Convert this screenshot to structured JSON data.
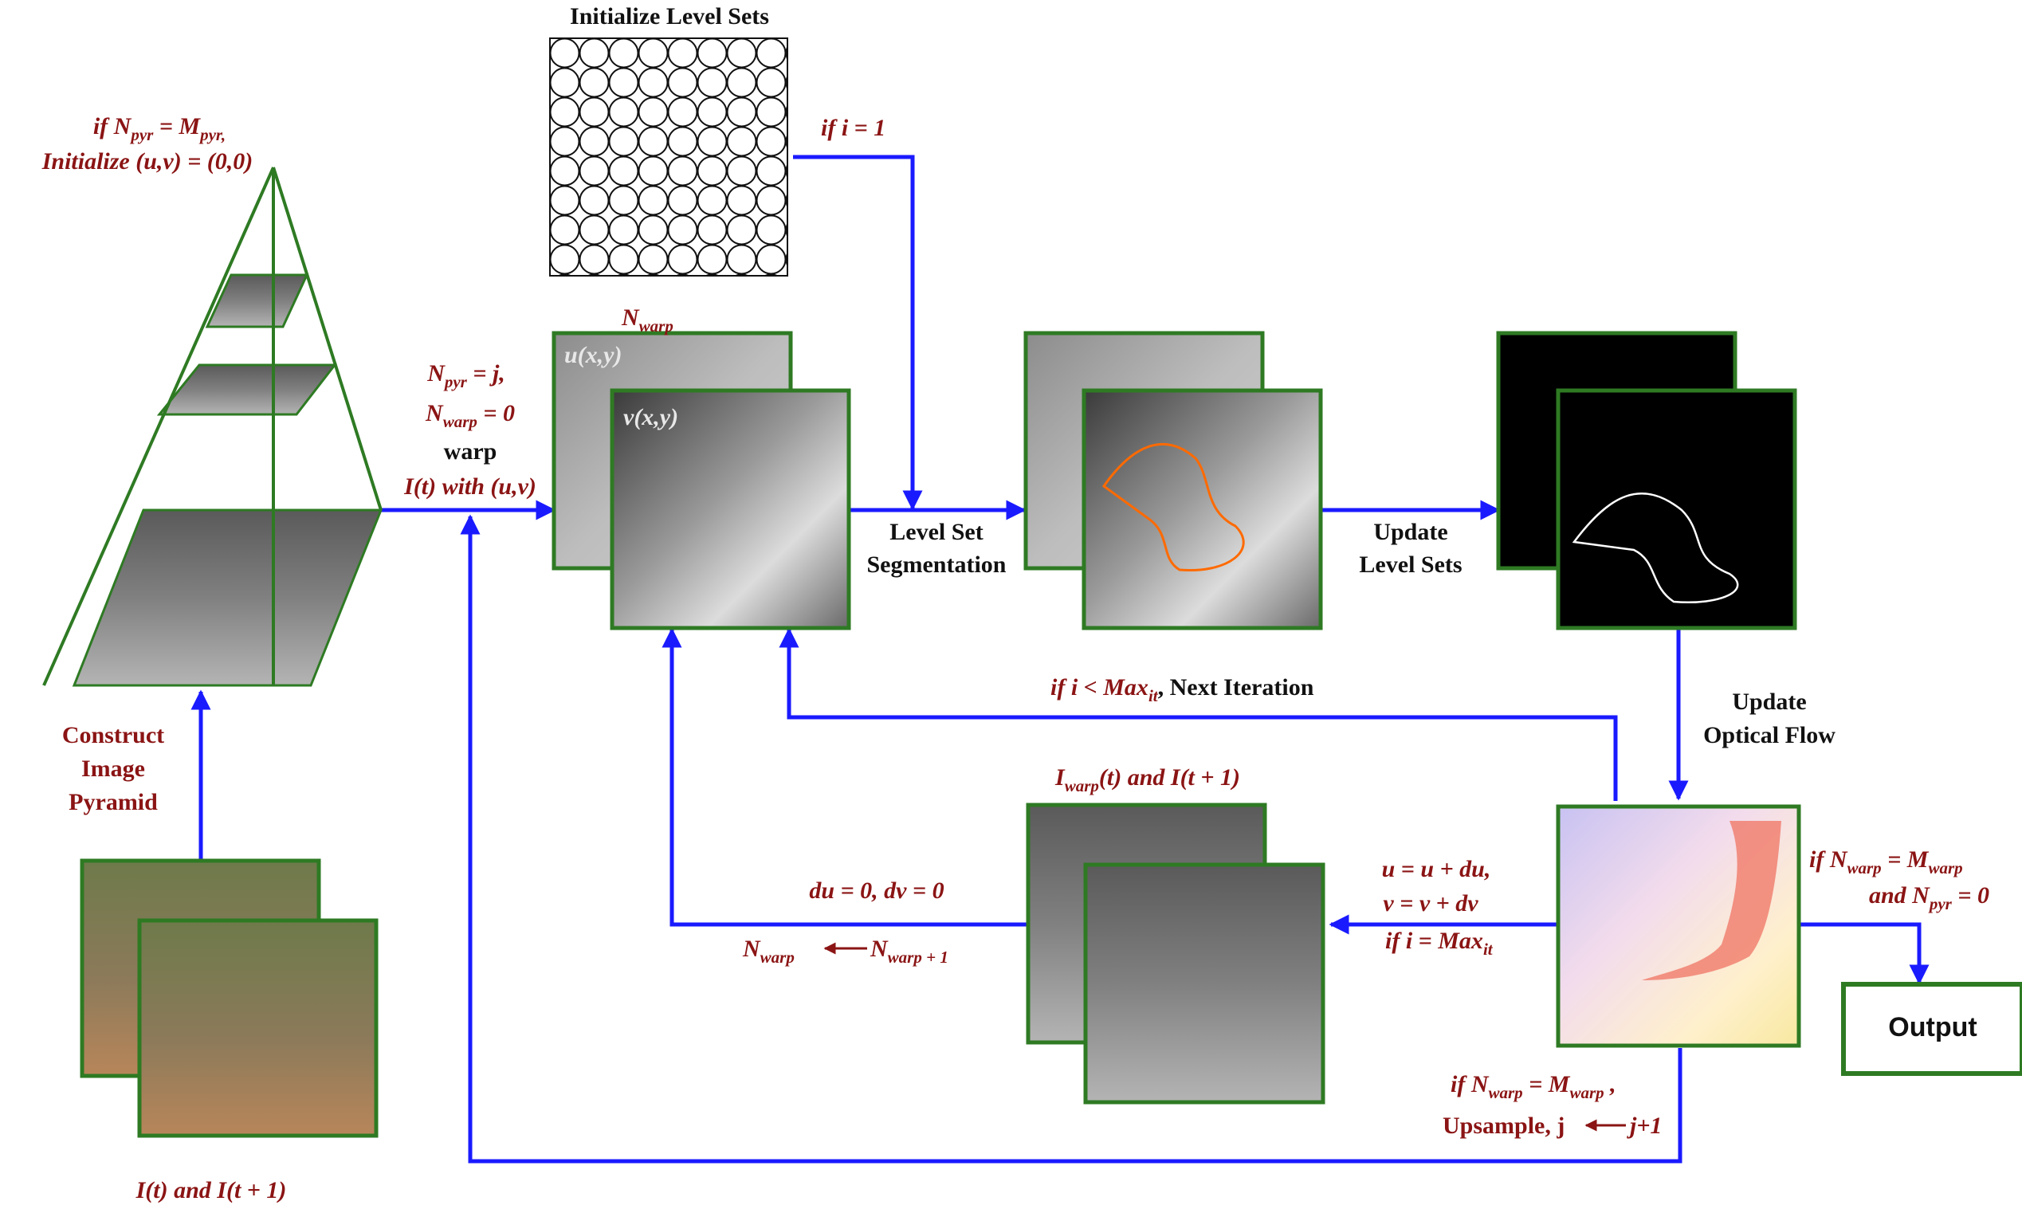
{
  "colors": {
    "arrow": "#1a1aff",
    "frame": "#2e7a23",
    "label_red": "#8b1414",
    "label_black": "#111111",
    "contour": "#ff6a00"
  },
  "labels": {
    "init_level_sets": "Initialize Level Sets",
    "if_i_1": "if i = 1",
    "pyr_cond_1": "if N",
    "pyr_cond_1_sub1": "pyr",
    "pyr_cond_1_mid": " = M",
    "pyr_cond_1_sub2": "pyr,",
    "pyr_cond_2": "Initialize (u,v) = (0,0)",
    "n_warp": "N",
    "n_warp_sub": "warp",
    "u_label": "u(x,y)",
    "v_label": "v(x,y)",
    "npyr_j": "N",
    "npyr_j_sub": "pyr",
    "npyr_j_rest": " = j,",
    "nwarp0": "N",
    "nwarp0_sub": "warp",
    "nwarp0_rest": " = 0",
    "warp": "warp",
    "warp_with": "I(t) with (u,v)",
    "level_set_seg_1": "Level Set",
    "level_set_seg_2": "Segmentation",
    "update_ls_1": "Update",
    "update_ls_2": "Level Sets",
    "next_iter_pre": "if i < Max",
    "next_iter_sub": "it",
    "next_iter_post": ", Next Iteration",
    "update_of_1": "Update",
    "update_of_2": "Optical Flow",
    "construct_1": "Construct",
    "construct_2": "Image",
    "construct_3": "Pyramid",
    "iwarp_pre": "I",
    "iwarp_sub": "warp",
    "iwarp_post": "(t) and I(t + 1)",
    "du_dv": "du = 0, dv = 0",
    "nwarp_inc_a": "N",
    "nwarp_inc_a_sub": "warp",
    "nwarp_inc_b": "N",
    "nwarp_inc_b_sub": "warp + 1",
    "uv_update_1": "u = u + du,",
    "uv_update_2": "v = v + dv",
    "uv_update_3_pre": "if i = Max",
    "uv_update_3_sub": "it",
    "out_cond_1_pre": "if N",
    "out_cond_1_sub1": "warp",
    "out_cond_1_mid": " = M",
    "out_cond_1_sub2": "warp",
    "out_cond_2_pre": "and N",
    "out_cond_2_sub": "pyr",
    "out_cond_2_post": " = 0",
    "output": "Output",
    "ups_1_pre": "if N",
    "ups_1_sub1": "warp",
    "ups_1_mid": " = M",
    "ups_1_sub2": "warp",
    "ups_1_post": " ,",
    "ups_2_a": "Upsample, j",
    "ups_2_b": "j+1",
    "input_pair": "I(t) and I(t + 1)"
  }
}
